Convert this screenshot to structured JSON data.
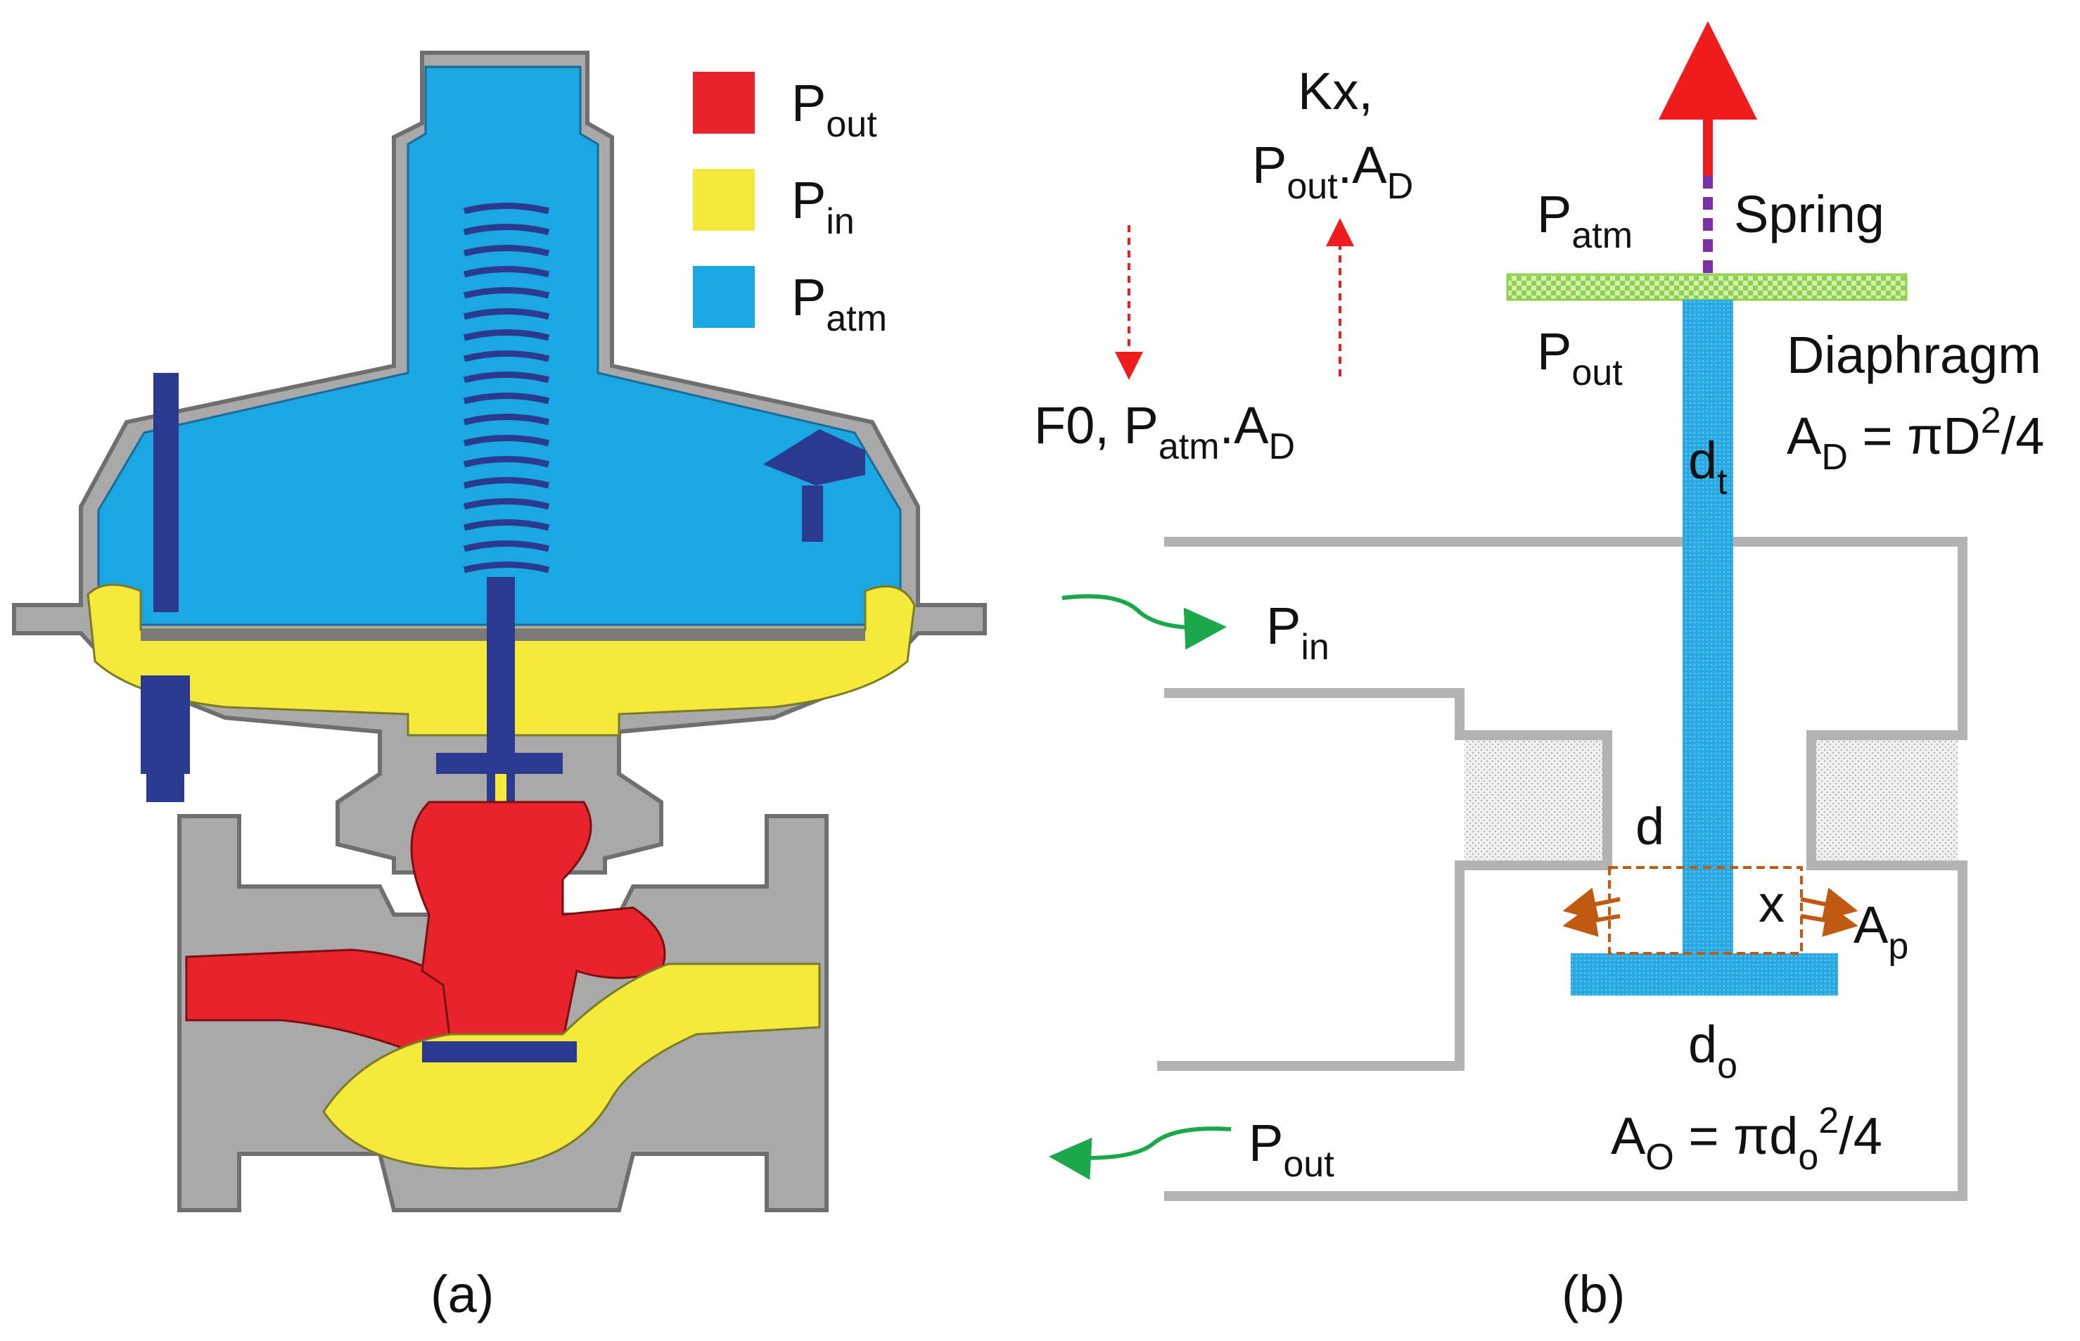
{
  "legend": {
    "items": [
      {
        "key": "P",
        "sub": "out",
        "color": "#e8232b"
      },
      {
        "key": "P",
        "sub": "in",
        "color": "#f5ea3a"
      },
      {
        "key": "P",
        "sub": "atm",
        "color": "#1ba7e2"
      }
    ]
  },
  "panel_a": {
    "caption": "(a)"
  },
  "panel_b": {
    "caption": "(b)",
    "forces_up": {
      "line1": "Kx,",
      "line2_main": "P",
      "line2_sub": "out",
      "line2_rest": ".A",
      "line2_sub2": "D"
    },
    "forces_down": {
      "pre": "F0, P",
      "sub": "atm",
      "rest": ".A",
      "sub2": "D"
    },
    "p_atm": {
      "main": "P",
      "sub": "atm"
    },
    "spring": "Spring",
    "p_out_top": {
      "main": "P",
      "sub": "out"
    },
    "diaphragm": "Diaphragm",
    "area_d": {
      "pre": "A",
      "sub": "D",
      "mid": " = πD",
      "sup": "2",
      "post": "/4"
    },
    "dt": {
      "main": "d",
      "sub": "t"
    },
    "p_in": {
      "main": "P",
      "sub": "in"
    },
    "d": "d",
    "x": "x",
    "ap": {
      "main": "A",
      "sub": "p"
    },
    "do": {
      "main": "d",
      "sub": "o"
    },
    "area_o": {
      "pre": "A",
      "sub": "O",
      "mid": " = πd",
      "sub2": "o",
      "sup": "2",
      "post": "/4"
    },
    "p_out_bottom": {
      "main": "P",
      "sub": "out"
    }
  },
  "colors": {
    "body_gray": "#a9a9a9",
    "pipe_gray": "#b3b3b3",
    "stem_blue": "#29a9e1",
    "valve_navy": "#2b3a8f",
    "diaphragm_green": "#8fd14f",
    "flow_green": "#1aa84a",
    "arrow_red": "#ee1c1c",
    "spring_purple": "#7b2fa8",
    "ap_orange": "#c05a13"
  }
}
